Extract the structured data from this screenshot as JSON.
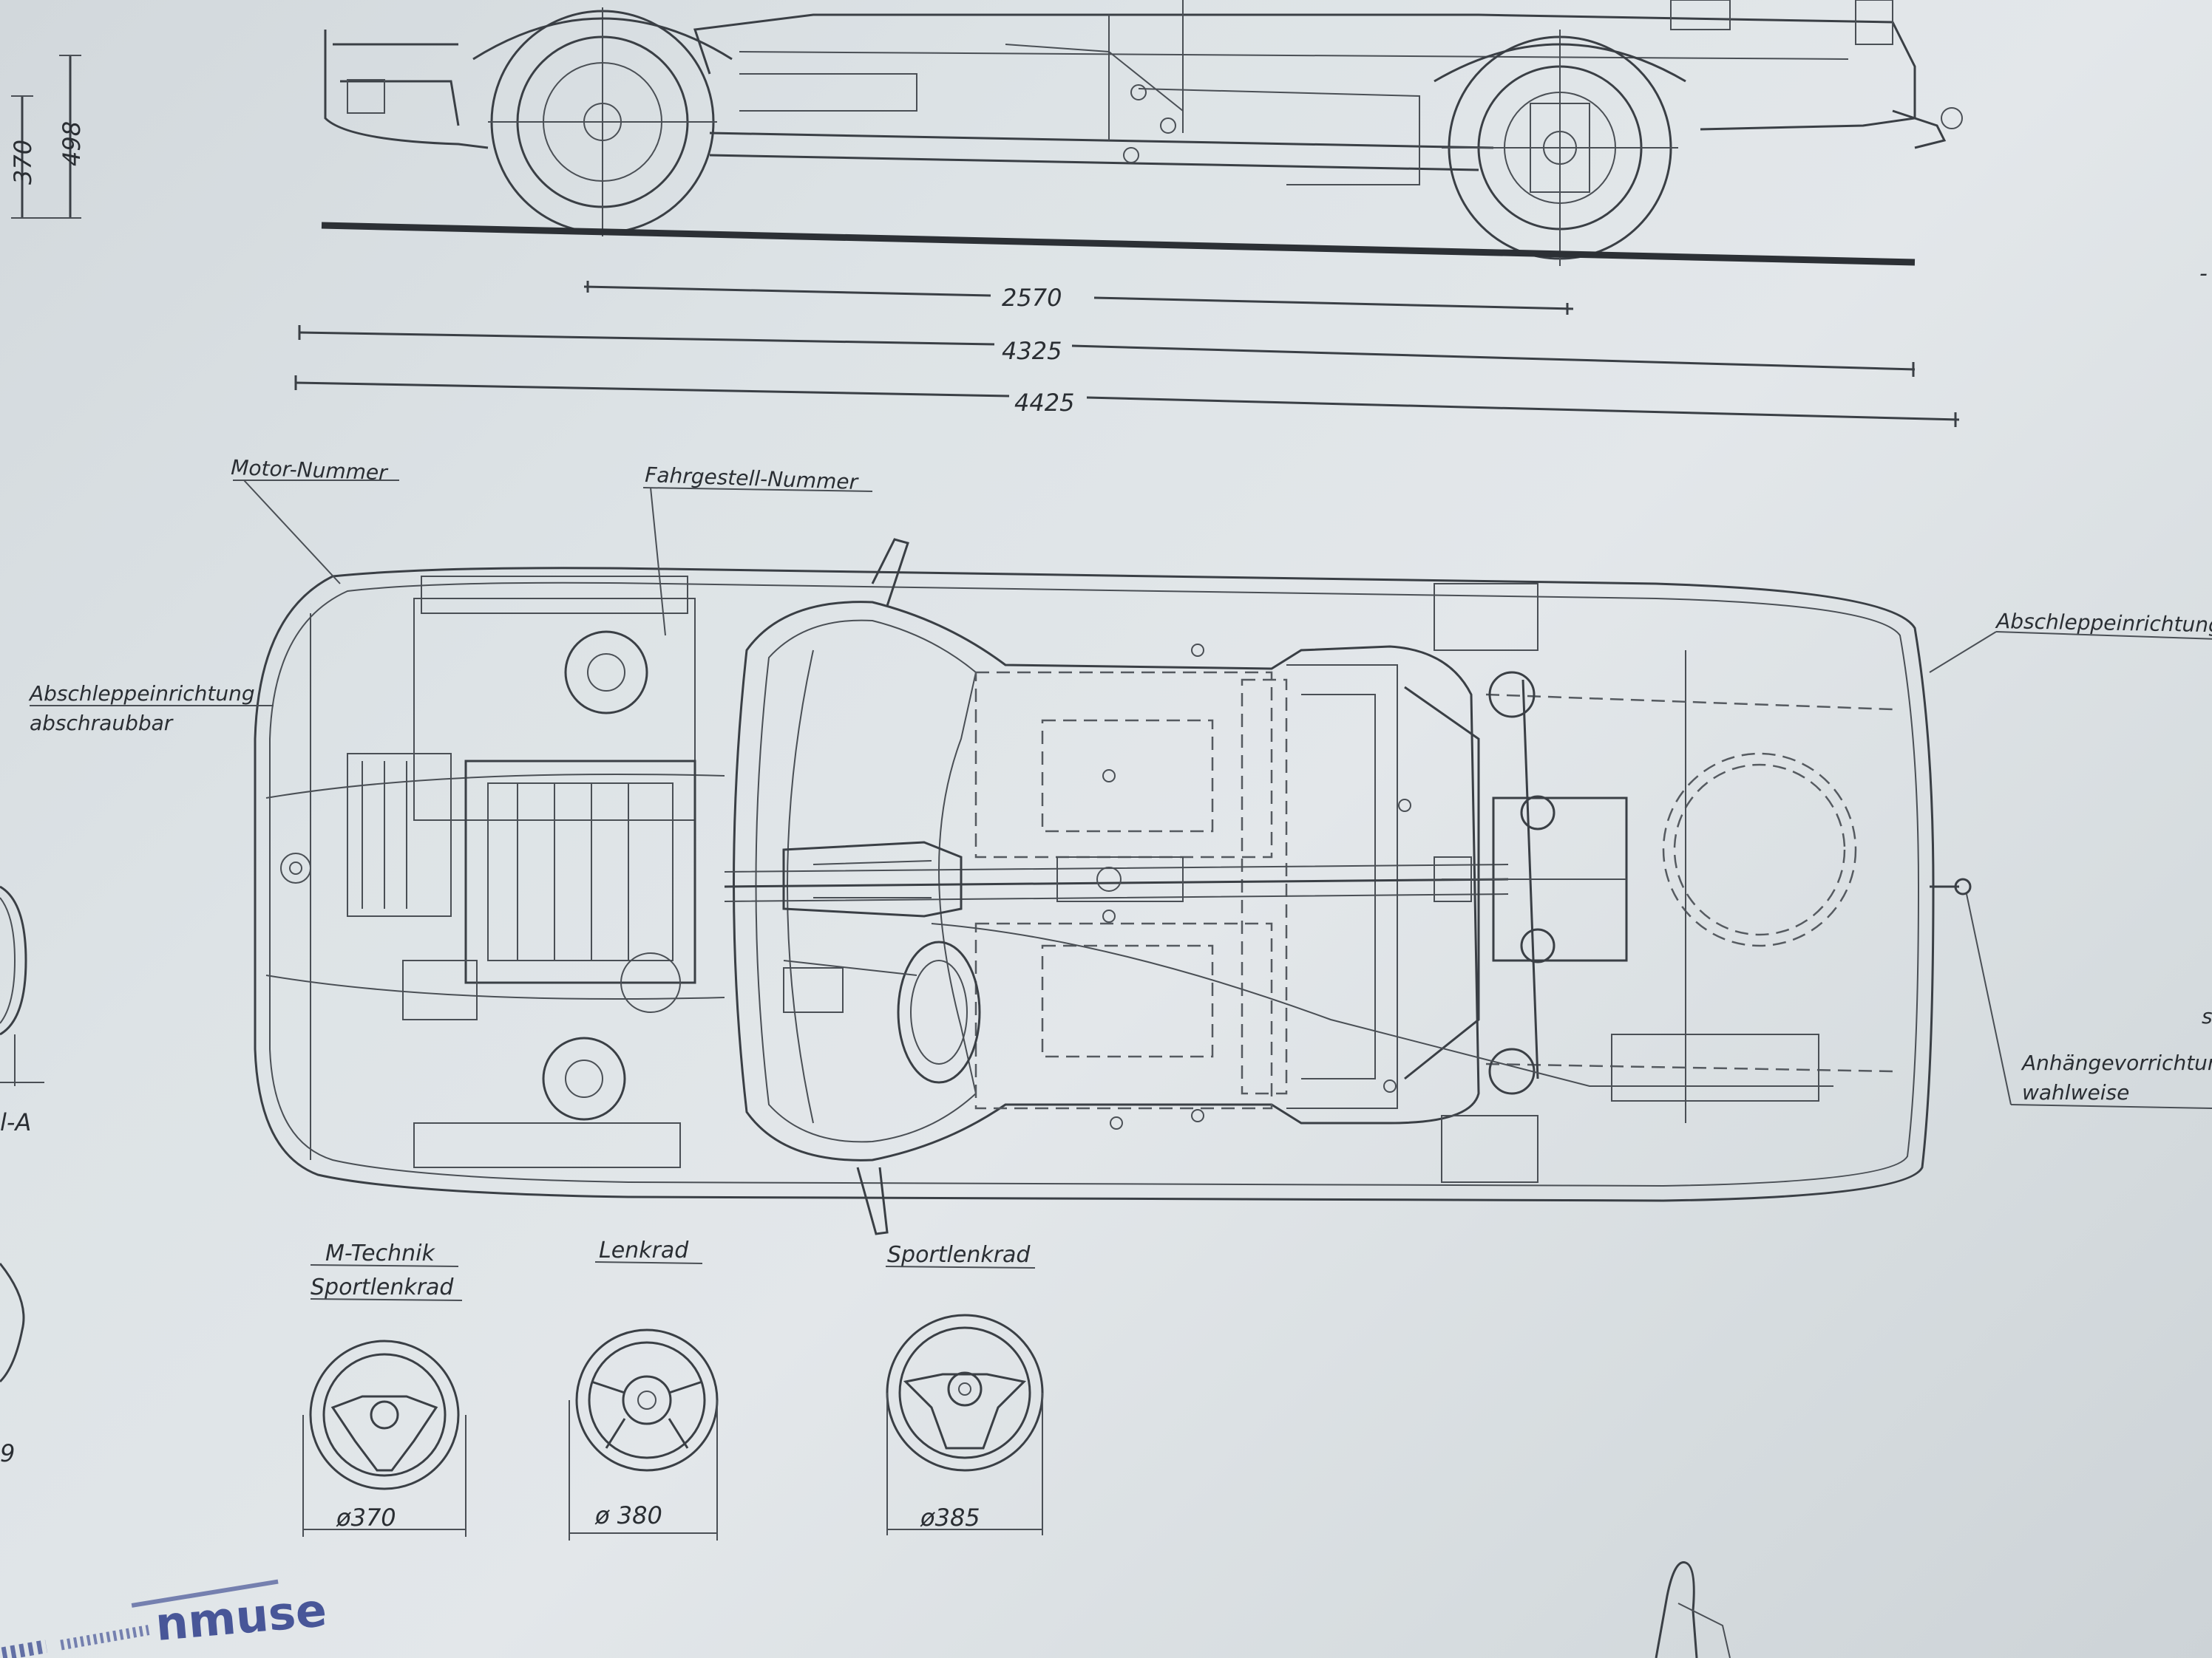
{
  "side_view": {
    "dims_vertical": [
      "370",
      "498"
    ],
    "dims_horizontal": [
      "2570",
      "4325",
      "4425"
    ]
  },
  "top_view": {
    "labels": {
      "motor_nummer": "Motor-Nummer",
      "fahrgestell_nummer": "Fahrgestell-Nummer",
      "abschlepp_front_1": "Abschleppeinrichtung",
      "abschlepp_front_2": "abschraubbar",
      "abschlepp_rear": "Abschleppeinrichtung",
      "anhaenge_1": "Anhängevorrichtun",
      "anhaenge_2": "wahlweise"
    }
  },
  "steering_wheels": [
    {
      "title_1": "M-Technik",
      "title_2": "Sportlenkrad",
      "diameter": "ø370"
    },
    {
      "title_1": "Lenkrad",
      "title_2": "",
      "diameter": "ø 380"
    },
    {
      "title_1": "Sportlenkrad",
      "title_2": "",
      "diameter": "ø385"
    }
  ],
  "edge_fragments": {
    "left_a": "l-A",
    "left_9": "9",
    "right_s1": "-",
    "right_s2": "s"
  },
  "stamp_text": "nmuse",
  "colors": {
    "paper": "#dde3e6",
    "ink": "#2a2e33",
    "stamp": "#2e3e8a"
  }
}
